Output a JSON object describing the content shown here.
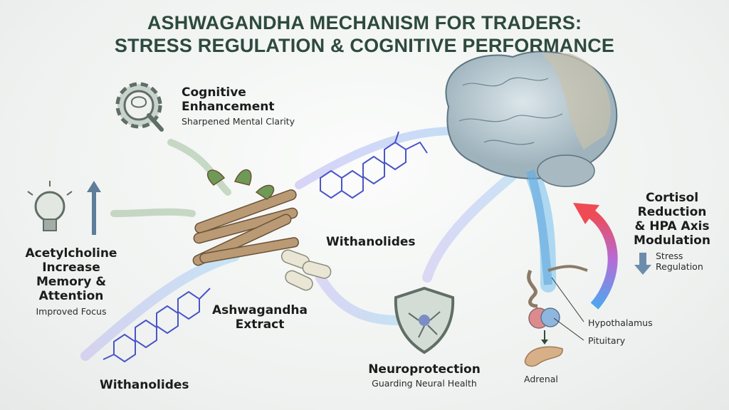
{
  "title": {
    "line1": "ASHWAGANDHA MECHANISM FOR TRADERS:",
    "line2": "STRESS REGULATION & COGNITIVE PERFORMANCE"
  },
  "cognitive": {
    "line1": "Cognitive",
    "line2": "Enhancement",
    "sub": "Sharpened Mental Clarity"
  },
  "acetylcholine": {
    "line1": "Acetylcholine",
    "line2": "Increase",
    "line3": "Memory &",
    "line4": "Attention",
    "sub": "Improved Focus"
  },
  "withanolides_left": "Withanolides",
  "withanolides_center": "Withanolides",
  "extract": {
    "line1": "Ashwagandha",
    "line2": "Extract"
  },
  "neuro": {
    "title": "Neuroprotection",
    "sub": "Guarding Neural Health"
  },
  "cortisol": {
    "line1": "Cortisol",
    "line2": "Reduction",
    "line3": "& HPA Axis",
    "line4": "Modulation",
    "sub1": "Stress",
    "sub2": "Regulation"
  },
  "hpa": {
    "hypothalamus": "Hypothalamus",
    "pituitary": "Pituitary",
    "adrenal": "Adrenal"
  },
  "colors": {
    "title": "#2e4a3f",
    "flow": "#7fc4ef",
    "cortisol_arrow_top": "#ef4b55",
    "cortisol_arrow_bottom": "#4fa6ef"
  }
}
